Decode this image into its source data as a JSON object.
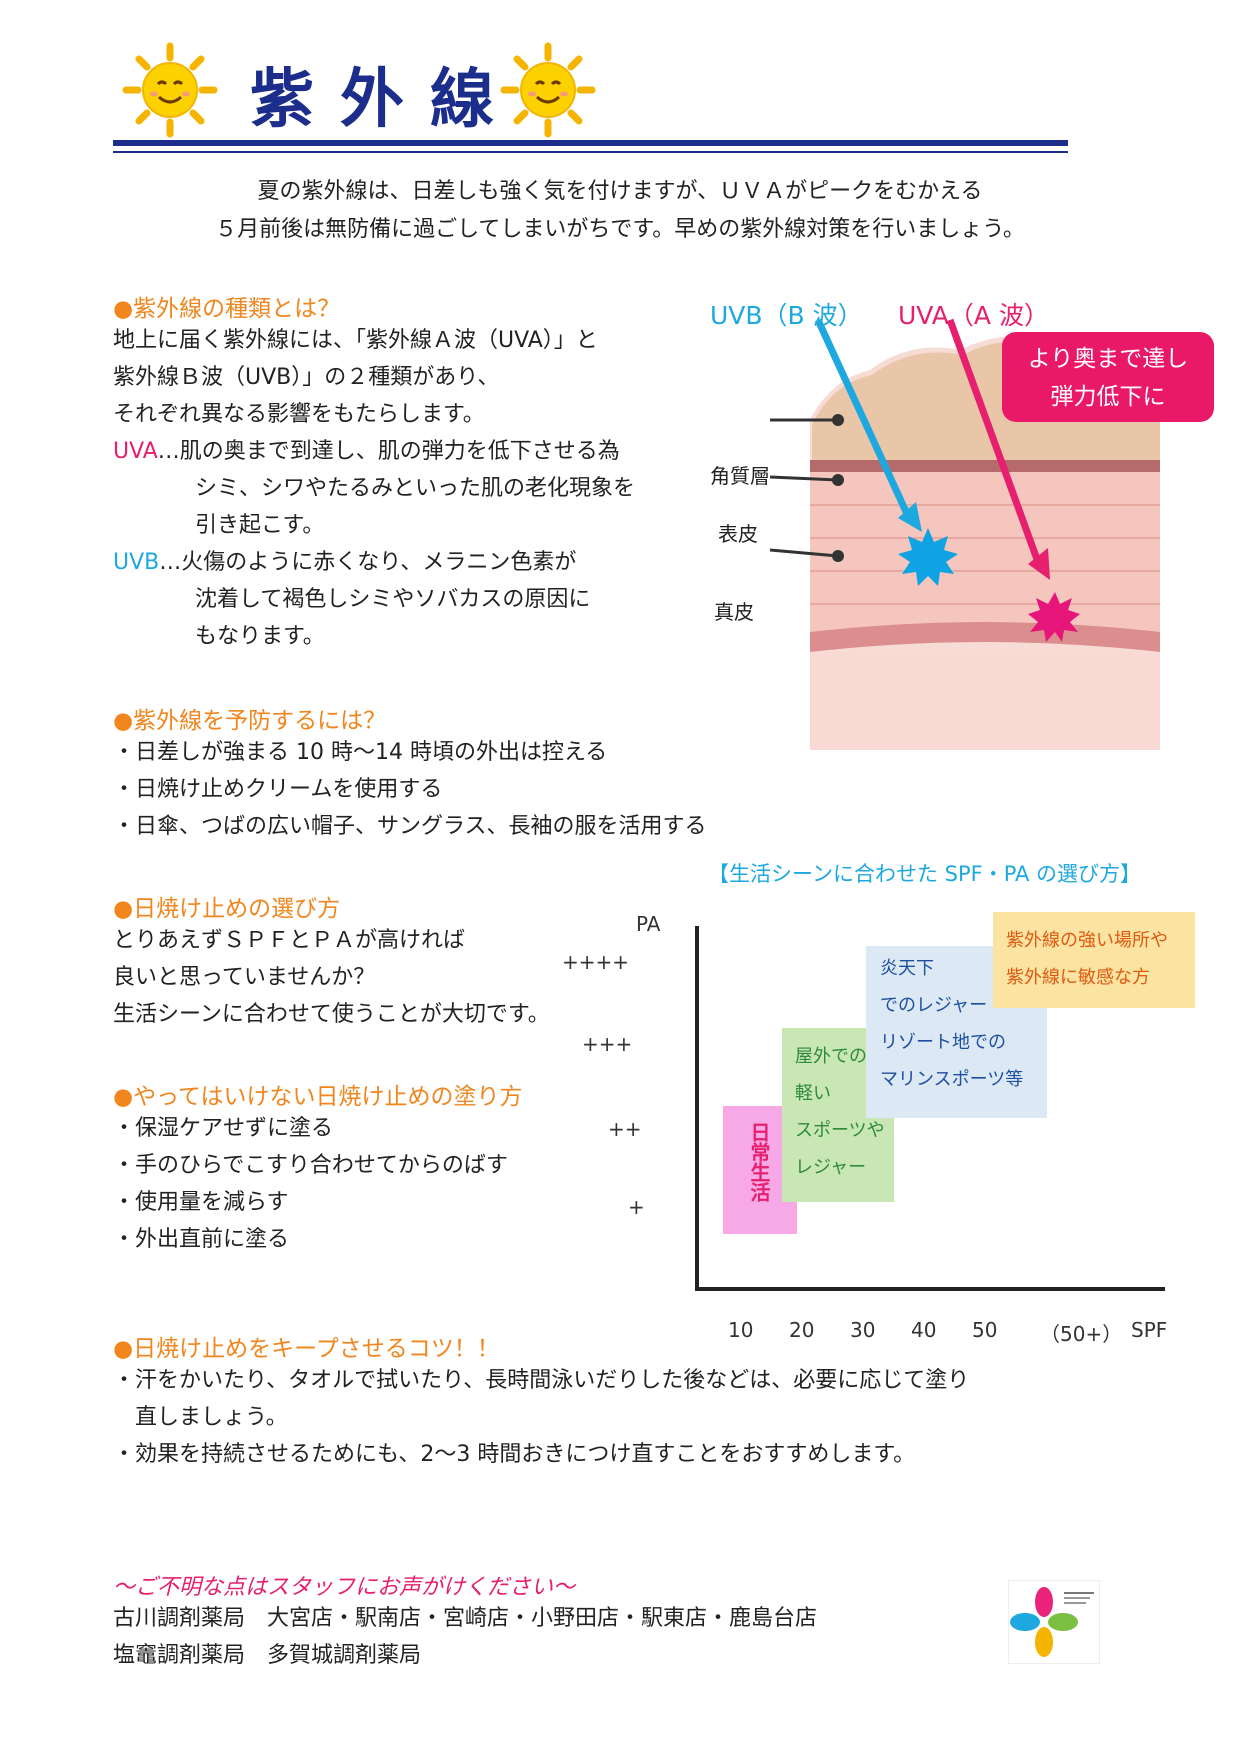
{
  "header": {
    "title": "紫外線",
    "colors": {
      "title": "#1c2d8c",
      "sun": "#f5b400"
    }
  },
  "intro": {
    "line1": "夏の紫外線は、日差しも強く気を付けますが、ＵＶＡがピークをむかえる",
    "line2": "５月前後は無防備に過ごしてしまいがちです。早めの紫外線対策を行いましょう。"
  },
  "types": {
    "heading": "●紫外線の種類とは？",
    "lines": [
      "地上に届く紫外線には、「紫外線Ａ波（UVA）」と",
      "紫外線Ｂ波（UVB）」の２種類があり、",
      "それぞれ異なる影響をもたらします。"
    ],
    "uva_label": "UVA",
    "uva_lines": [
      "…肌の奥まで到達し、肌の弾力を低下させる為",
      "シミ、シワやたるみといった肌の老化現象を",
      "引き起こす。"
    ],
    "uvb_label": "UVB",
    "uvb_lines": [
      "…火傷のように赤くなり、メラニン色素が",
      "沈着して褐色しシミやソバカスの原因に",
      "もなります。"
    ]
  },
  "diagram": {
    "uvb_label": "UVB（B 波）",
    "uva_label": "UVA（A 波）",
    "callout": [
      "より奥まで達し",
      "弾力低下に"
    ],
    "layers": [
      "角質層",
      "表皮",
      "真皮"
    ],
    "colors": {
      "uva": "#e61f6e",
      "uvb": "#1da8e0"
    }
  },
  "prevent": {
    "heading": "●紫外線を予防するには？",
    "items": [
      "・日差しが強まる 10 時〜14 時頃の外出は控える",
      "・日焼け止めクリームを使用する",
      "・日傘、つばの広い帽子、サングラス、長袖の服を活用する"
    ]
  },
  "choose": {
    "heading": "●日焼け止めの選び方",
    "lines": [
      "とりあえずＳＰＦとＰＡが高ければ",
      "良いと思っていませんか？",
      "生活シーンに合わせて使うことが大切です。"
    ]
  },
  "dont": {
    "heading": "●やってはいけない日焼け止めの塗り方",
    "items": [
      "・保湿ケアせずに塗る",
      "・手のひらでこすり合わせてからのばす",
      "・使用量を減らす",
      "・外出直前に塗る"
    ]
  },
  "chart_data": {
    "type": "table",
    "title": "【生活シーンに合わせた SPF・PA の選び方】",
    "xlabel": "SPF",
    "ylabel": "PA",
    "x_ticks": [
      "10",
      "20",
      "30",
      "40",
      "50",
      "（50+）"
    ],
    "y_ticks": [
      "++++",
      "+++",
      "++",
      "+"
    ],
    "boxes": [
      {
        "lines": [
          "日常生活"
        ],
        "color": "#f7a8e6",
        "text_color": "#e61f6e",
        "vertical": true
      },
      {
        "lines": [
          "屋外での",
          "軽い",
          "スポーツや",
          "レジャー"
        ],
        "color": "#c9e6b5",
        "text_color": "#2f8a3a"
      },
      {
        "lines": [
          "炎天下",
          "でのレジャー",
          "リゾート地での",
          "マリンスポーツ等"
        ],
        "color": "#dde8f5",
        "text_color": "#1d4fa0"
      },
      {
        "lines": [
          "紫外線の強い場所や",
          "紫外線に敏感な方"
        ],
        "color": "#fbe3a1",
        "text_color": "#e05a12"
      }
    ]
  },
  "keep": {
    "heading": "●日焼け止めをキープさせるコツ！！",
    "lines": [
      "・汗をかいたり、タオルで拭いたり、長時間泳いだりした後などは、必要に応じて塗り",
      "　直しましょう。",
      "・効果を持続させるためにも、2〜3 時間おきにつけ直すことをおすすめします。"
    ]
  },
  "footer": {
    "tagline": "〜ご不明な点はスタッフにお声がけください〜",
    "store_line1": "古川調剤薬局　大宮店・駅南店・宮崎店・小野田店・駅東店・鹿島台店",
    "store_line2": "塩竈調剤薬局　多賀城調剤薬局"
  }
}
